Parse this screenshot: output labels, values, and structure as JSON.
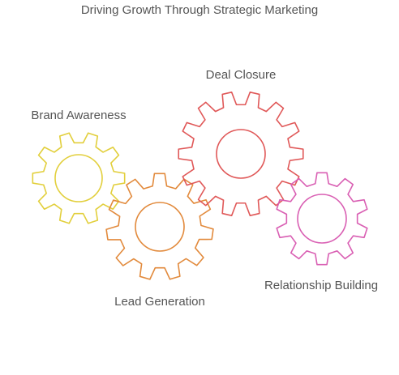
{
  "title": "Driving Growth Through Strategic Marketing",
  "gears": [
    {
      "label": "Brand Awareness",
      "color": "#e2cf3c",
      "icon": "gear-icon"
    },
    {
      "label": "Lead Generation",
      "color": "#e28a3c",
      "icon": "gear-icon"
    },
    {
      "label": "Deal Closure",
      "color": "#e05858",
      "icon": "gear-icon"
    },
    {
      "label": "Relationship Building",
      "color": "#d95fb3",
      "icon": "gear-icon"
    }
  ]
}
